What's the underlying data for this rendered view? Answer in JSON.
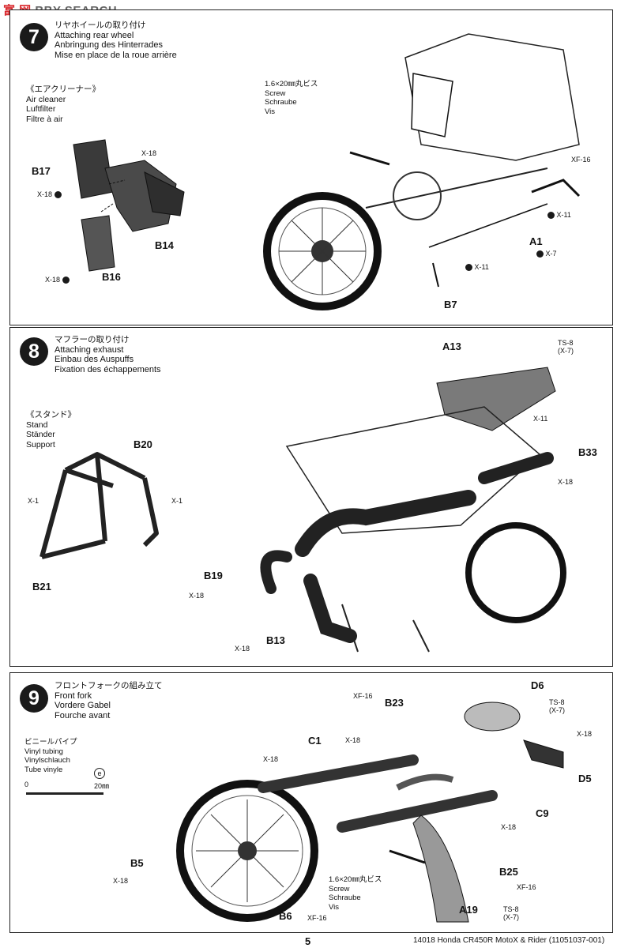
{
  "watermark": {
    "part_a": "富 网",
    "part_b": "BBY SEARCH"
  },
  "step7": {
    "number": "7",
    "title_jp": "リヤホイールの取り付け",
    "title_en": "Attaching rear wheel",
    "title_de": "Anbringung des Hinterrades",
    "title_fr": "Mise en place de la roue arrière",
    "sub_jp": "《エアクリーナー》",
    "sub_en": "Air cleaner",
    "sub_de": "Luftfilter",
    "sub_fr": "Filtre à air",
    "screw_jp": "1.6×20㎜丸ビス",
    "screw_en": "Screw",
    "screw_de": "Schraube",
    "screw_fr": "Vis",
    "parts": {
      "b17": "B17",
      "b14": "B14",
      "b16": "B16",
      "a1": "A1",
      "b7": "B7"
    },
    "paints": {
      "x18a": "X-18",
      "x18b": "X-18",
      "x18c": "X-18",
      "xf16": "XF-16",
      "x11a": "X-11",
      "x7": "X-7",
      "x11b": "X-11"
    }
  },
  "step8": {
    "number": "8",
    "title_jp": "マフラーの取り付け",
    "title_en": "Attaching exhaust",
    "title_de": "Einbau des Auspuffs",
    "title_fr": "Fixation des échappements",
    "sub_jp": "《スタンド》",
    "sub_en": "Stand",
    "sub_de": "Ständer",
    "sub_fr": "Support",
    "parts": {
      "a13": "A13",
      "b20": "B20",
      "b21": "B21",
      "b33": "B33",
      "b19": "B19",
      "b13": "B13"
    },
    "paints": {
      "ts8": "TS-8",
      "ts8x": "(X-7)",
      "x11": "X-11",
      "x18a": "X-18",
      "x1a": "X-1",
      "x1b": "X-1",
      "x18b": "X-18",
      "x18c": "X-18"
    }
  },
  "step9": {
    "number": "9",
    "title_jp": "フロントフォークの組み立て",
    "title_en": "Front fork",
    "title_de": "Vordere Gabel",
    "title_fr": "Fourche avant",
    "sub_jp": "ビニールパイプ",
    "sub_en": "Vinyl tubing",
    "sub_de": "Vinylschlauch",
    "sub_fr": "Tube vinyle",
    "tube_marker": "e",
    "scale_zero": "0",
    "scale_end": "20㎜",
    "screw_jp": "1.6×20㎜丸ビス",
    "screw_en": "Screw",
    "screw_de": "Schraube",
    "screw_fr": "Vis",
    "parts": {
      "b23": "B23",
      "d6": "D6",
      "c1": "C1",
      "d5": "D5",
      "c9": "C9",
      "b5": "B5",
      "b25": "B25",
      "a19": "A19",
      "b6": "B6"
    },
    "paints": {
      "xf16a": "XF-16",
      "ts8a": "TS-8",
      "ts8ax": "(X-7)",
      "x18a": "X-18",
      "x18b": "X-18",
      "x18c": "X-18",
      "x18d": "X-18",
      "x18e": "X-18",
      "xf16b": "XF-16",
      "ts8b": "TS-8",
      "ts8bx": "(X-7)",
      "xf16c": "XF-16"
    }
  },
  "footer": {
    "page": "5",
    "code": "14018 Honda CR450R MotoX & Rider (11051037-001)"
  }
}
